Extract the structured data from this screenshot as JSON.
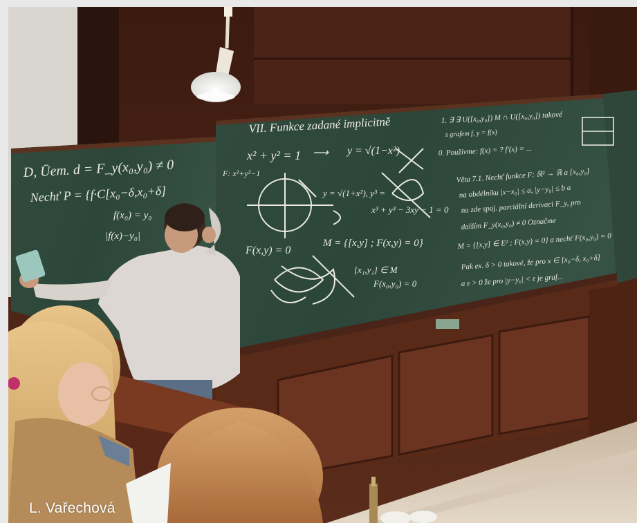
{
  "photo": {
    "credit": "L. Vařechová",
    "scene": {
      "board_color": "#2f4b3d",
      "wall_color": "#4a2418",
      "chalk_color": "#e9eadf"
    },
    "chalk": {
      "left_board": {
        "line1": "D, Ūem. d = F_y(x₀,y₀) ≠ 0",
        "line2": "Nechť P = {f·C[x₀−δ,x₀+δ]",
        "line3": "f(x₀) = y₀",
        "line4": "|f(x)−y₀|"
      },
      "center_board": {
        "heading": "VII. Funkce zadané implicitně",
        "eq1": "x² + y² = 1",
        "eq1_arrow": "⟶",
        "eq1_result": "y = √(1−x²)",
        "eq2": "F: x²+y²−1",
        "eq3": "y = √(1+x²), y³ =",
        "eq4": "x³ + y³ − 3xy − 1 = 0",
        "eq5": "F(x,y) = 0",
        "eq6": "M = {[x,y] ; F(x,y) = 0}",
        "eq7": "[x₁,y₁] ∈ M",
        "eq8": "F(x₀,y₀) = 0"
      },
      "right_board": {
        "r1": "1. ∃ ∃ U([x₀,y₀]) M ∩ U([x₀,y₀]) takové",
        "r2": "s grafem f, y = f(x)",
        "r3": "0. Použivme: f(x) = ?  f'(x) = ...",
        "r4": "Věta 7.1. Nechť funkce F: ℝ² → ℝ a [x₀,y₀]",
        "r5": "na obdélníku |x−x₀| ≤ a, |y−y₀| ≤ b a",
        "r6": "nu zde spoj. parciální derivaci F_y, pro",
        "r7": "dalším F_y(x₀,y₀) ≠ 0   Označme",
        "r8": "M = {[x,y] ∈ E² ; F(x,y) = 0} a nechť F(x₀,y₀) = 0",
        "r9": "Pak ex. δ > 0 takové, že pro x ∈ [x₀−δ, x₀+δ]",
        "r10": "a ε > 0 že pro |y−y₀| < ε  je graf..."
      }
    }
  }
}
